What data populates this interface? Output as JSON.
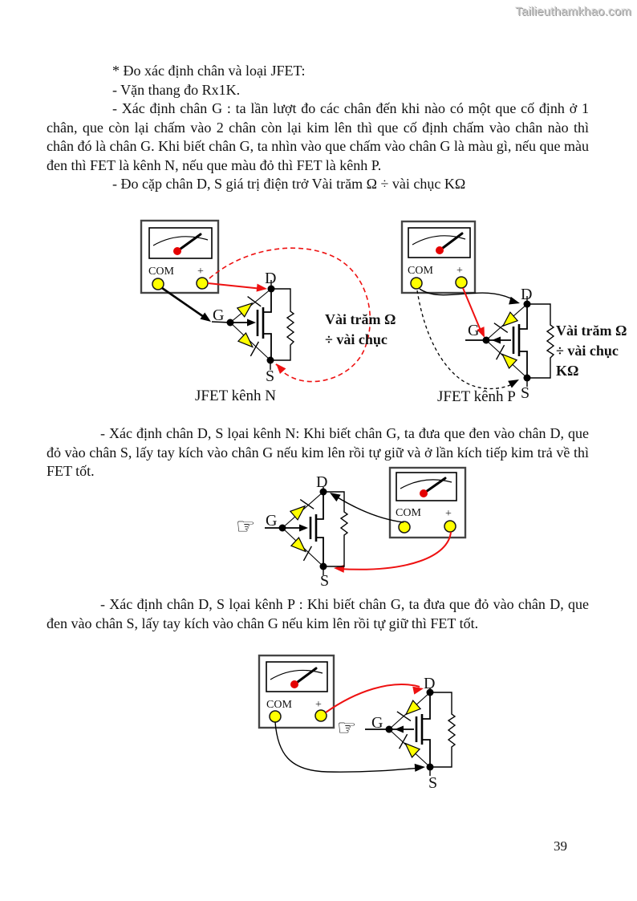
{
  "page": {
    "number": "39",
    "watermark": "Tailieuthamkhao.com"
  },
  "body": {
    "p1": "* Đo xác định chân và loại JFET:",
    "p2": "- Vặn thang đo Rx1K.",
    "p3": "- Xác định chân G : ta lần lượt đo các chân đến khi nào có một que cố định ở 1 chân, que còn lại chấm vào 2 chân còn lại kim lên thì que cố định chấm vào chân nào thì chân đó là chân G. Khi biết chân G, ta nhìn vào que chấm vào chân G là màu gì, nếu que màu đen thì FET là kênh N, nếu que màu đỏ thì  FET là kênh P.",
    "p4": "- Đo cặp chân D, S giá trị điện trở Vài trăm Ω ÷ vài chục KΩ",
    "p5": "- Xác định chân D, S lọai kênh N: Khi biết chân G, ta đưa que đen vào chân D, que đỏ vào chân S, lấy tay kích vào chân G nếu kim lên rồi tự giữ và ở lần kích tiếp kim trả về thì FET tốt.",
    "p6": "- Xác định chân D, S lọai kênh P : Khi biết chân G, ta đưa que  đỏ vào chân D, que đen vào chân S, lấy tay kích vào chân G nếu kim lên rồi tự giữ thì FET tốt."
  },
  "pins": {
    "d": "D",
    "g": "G",
    "s": "S"
  },
  "meter": {
    "com": "COM",
    "plus": "+"
  },
  "icons": {
    "hand": "☞"
  },
  "diagram_n": {
    "caption": "JFET kênh N",
    "note1": "Vài trăm Ω",
    "note2": "÷ vài chục"
  },
  "diagram_p": {
    "caption": "JFET kênh P",
    "note1": "Vài trăm Ω",
    "note2": "÷ vài chục",
    "note3": "KΩ"
  },
  "colors": {
    "probe_red": "#ee1111",
    "terminal_yellow": "#ffff00",
    "diode_yellow": "#ffff00",
    "pivot_red": "#e40000",
    "watermark_gray": "#c6c6c6"
  }
}
